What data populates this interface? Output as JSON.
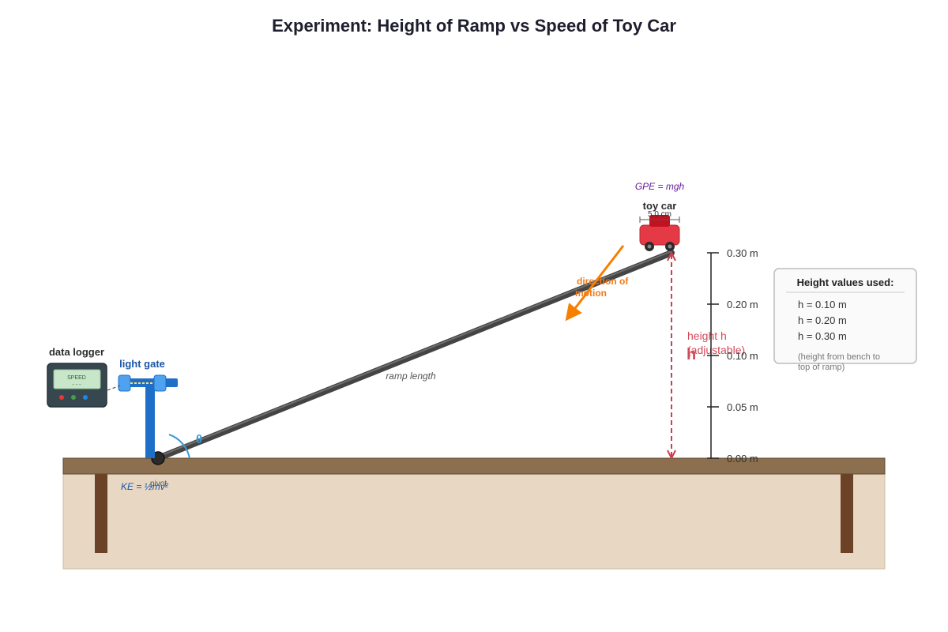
{
  "title": "Experiment: Height of Ramp vs Speed of Toy Car",
  "labels": {
    "data_logger": "data logger",
    "logger_screen_top": "SPEED",
    "logger_screen_bottom": "- - -",
    "light_gate": "light gate",
    "toy_car": "toy car",
    "car_width": "5.0 cm",
    "gpe": "GPE = mgh",
    "ke": "KE = ½mv²",
    "pivot": "pivot",
    "ramp_length": "ramp length",
    "angle": "θ",
    "motion_line1": "direction of",
    "motion_line2": "motion",
    "height_line1": "height h",
    "height_line2": "(adjustable)",
    "h_symbol": "h"
  },
  "scale": {
    "ticks": [
      "0.00 m",
      "0.05 m",
      "0.10 m",
      "0.20 m",
      "0.30 m"
    ]
  },
  "legend": {
    "title": "Height values used:",
    "items": [
      "h = 0.10 m",
      "h = 0.20 m",
      "h = 0.30 m"
    ],
    "note_line1": "(height from bench to",
    "note_line2": "top of ramp)"
  },
  "colors": {
    "bench_top": "#8b6f4e",
    "bench_body": "#e8d8c3",
    "bench_legs": "#6b4226",
    "ramp": "#555555",
    "car": "#e63946",
    "gate": "#1f6fc9",
    "motion_arrow": "#f77f00",
    "height_line": "#cc3f4f",
    "gpe_text": "#6a1b9a",
    "ke_text": "#1a56a8"
  }
}
